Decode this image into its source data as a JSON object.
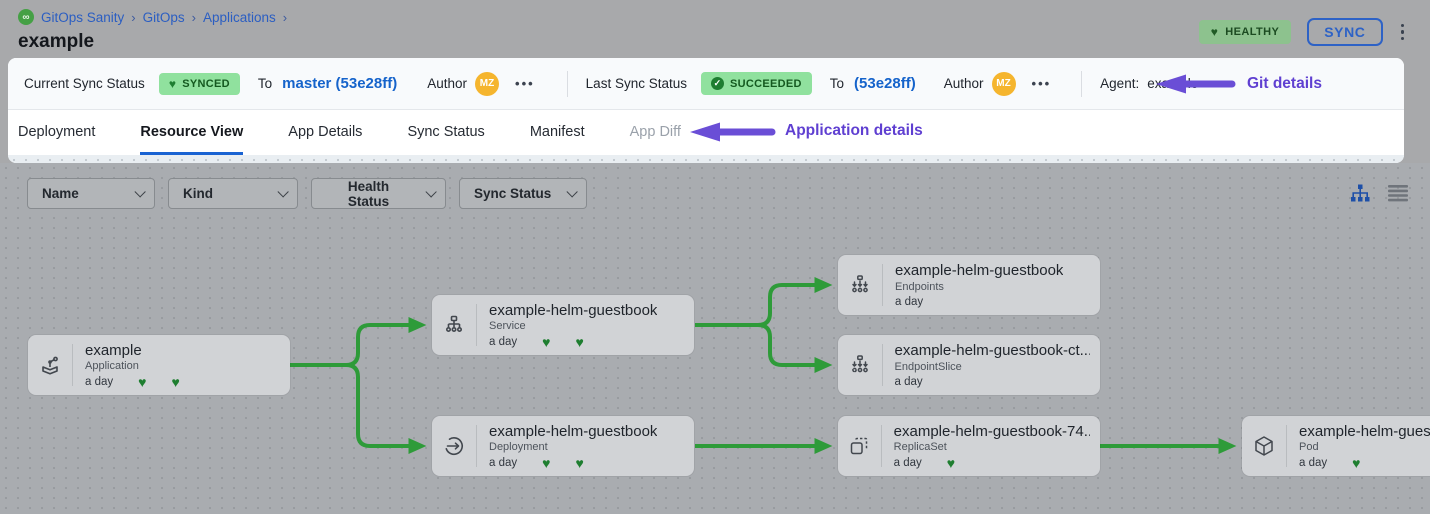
{
  "breadcrumb": {
    "separator": "›",
    "items": [
      "GitOps Sanity",
      "GitOps",
      "Applications"
    ],
    "logo_icon": "∞"
  },
  "page": {
    "title": "example"
  },
  "header": {
    "health_badge": "HEALTHY",
    "sync_button": "SYNC"
  },
  "icons": {
    "heart": "♥",
    "check": "✓",
    "more": "•••"
  },
  "status_bar": {
    "current": {
      "label": "Current Sync Status",
      "badge": "SYNCED",
      "to_label": "To",
      "revision": "master (53e28ff)",
      "author_label": "Author",
      "author_initials": "MZ"
    },
    "last": {
      "label": "Last Sync Status",
      "badge": "SUCCEEDED",
      "to_label": "To",
      "revision": "(53e28ff)",
      "author_label": "Author",
      "author_initials": "MZ"
    },
    "agent": {
      "label": "Agent:",
      "value": "example"
    },
    "annotation": "Git details"
  },
  "tabs": {
    "items": [
      {
        "label": "Deployment"
      },
      {
        "label": "Resource View"
      },
      {
        "label": "App Details"
      },
      {
        "label": "Sync Status"
      },
      {
        "label": "Manifest"
      },
      {
        "label": "App Diff"
      }
    ],
    "annotation": "Application details"
  },
  "filters": {
    "items": [
      {
        "label": "Name"
      },
      {
        "label": "Kind"
      },
      {
        "label": "Health Status"
      },
      {
        "label": "Sync Status"
      }
    ]
  },
  "graph": {
    "nodes": [
      {
        "title": "example",
        "kind": "Application",
        "age": "a day",
        "hearts": 2
      },
      {
        "title": "example-helm-guestbook",
        "kind": "Service",
        "age": "a day",
        "hearts": 2
      },
      {
        "title": "example-helm-guestbook",
        "kind": "Deployment",
        "age": "a day",
        "hearts": 2
      },
      {
        "title": "example-helm-guestbook",
        "kind": "Endpoints",
        "age": "a day",
        "hearts": 0
      },
      {
        "title": "example-helm-guestbook-ct...",
        "kind": "EndpointSlice",
        "age": "a day",
        "hearts": 0
      },
      {
        "title": "example-helm-guestbook-74...",
        "kind": "ReplicaSet",
        "age": "a day",
        "hearts": 1
      },
      {
        "title": "example-helm-guest",
        "kind": "Pod",
        "age": "a day",
        "hearts": 1
      }
    ]
  },
  "colors": {
    "accent_blue": "#1563cb",
    "annotation_purple": "#5f3fd1",
    "edge_green": "#2e9b39",
    "badge_green_bg": "#90e19e",
    "badge_green_text": "#14591f",
    "avatar_orange": "#f5b52e",
    "active_tab_underline": "#1a63d2",
    "healthy_badge_bg": "#8dc28e",
    "graph_bg": "#a9acb0",
    "node_bg": "#d1d3d6"
  }
}
